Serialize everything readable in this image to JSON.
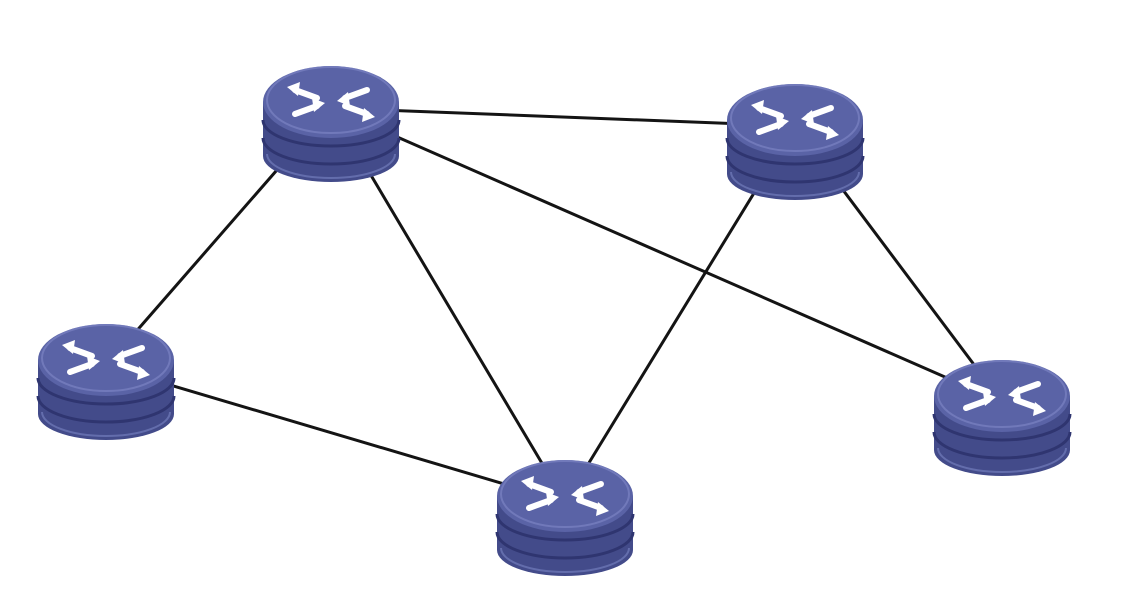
{
  "diagram": {
    "type": "network-topology",
    "node_icon": "router-icon",
    "colors": {
      "background": "#ffffff",
      "router_top": "#5a63a6",
      "router_side": "#434b8a",
      "router_band": "#2f3570",
      "router_highlight": "#7a83c3",
      "link": "#141414",
      "arrow": "#ffffff"
    },
    "nodes": [
      {
        "id": "router-top-left"
      },
      {
        "id": "router-top-right"
      },
      {
        "id": "router-left"
      },
      {
        "id": "router-bottom-center"
      },
      {
        "id": "router-right"
      }
    ],
    "links": [
      {
        "from": "router-top-left",
        "to": "router-top-right"
      },
      {
        "from": "router-top-left",
        "to": "router-left"
      },
      {
        "from": "router-top-left",
        "to": "router-bottom-center"
      },
      {
        "from": "router-top-left",
        "to": "router-right"
      },
      {
        "from": "router-top-right",
        "to": "router-bottom-center"
      },
      {
        "from": "router-top-right",
        "to": "router-right"
      },
      {
        "from": "router-left",
        "to": "router-bottom-center"
      }
    ]
  }
}
